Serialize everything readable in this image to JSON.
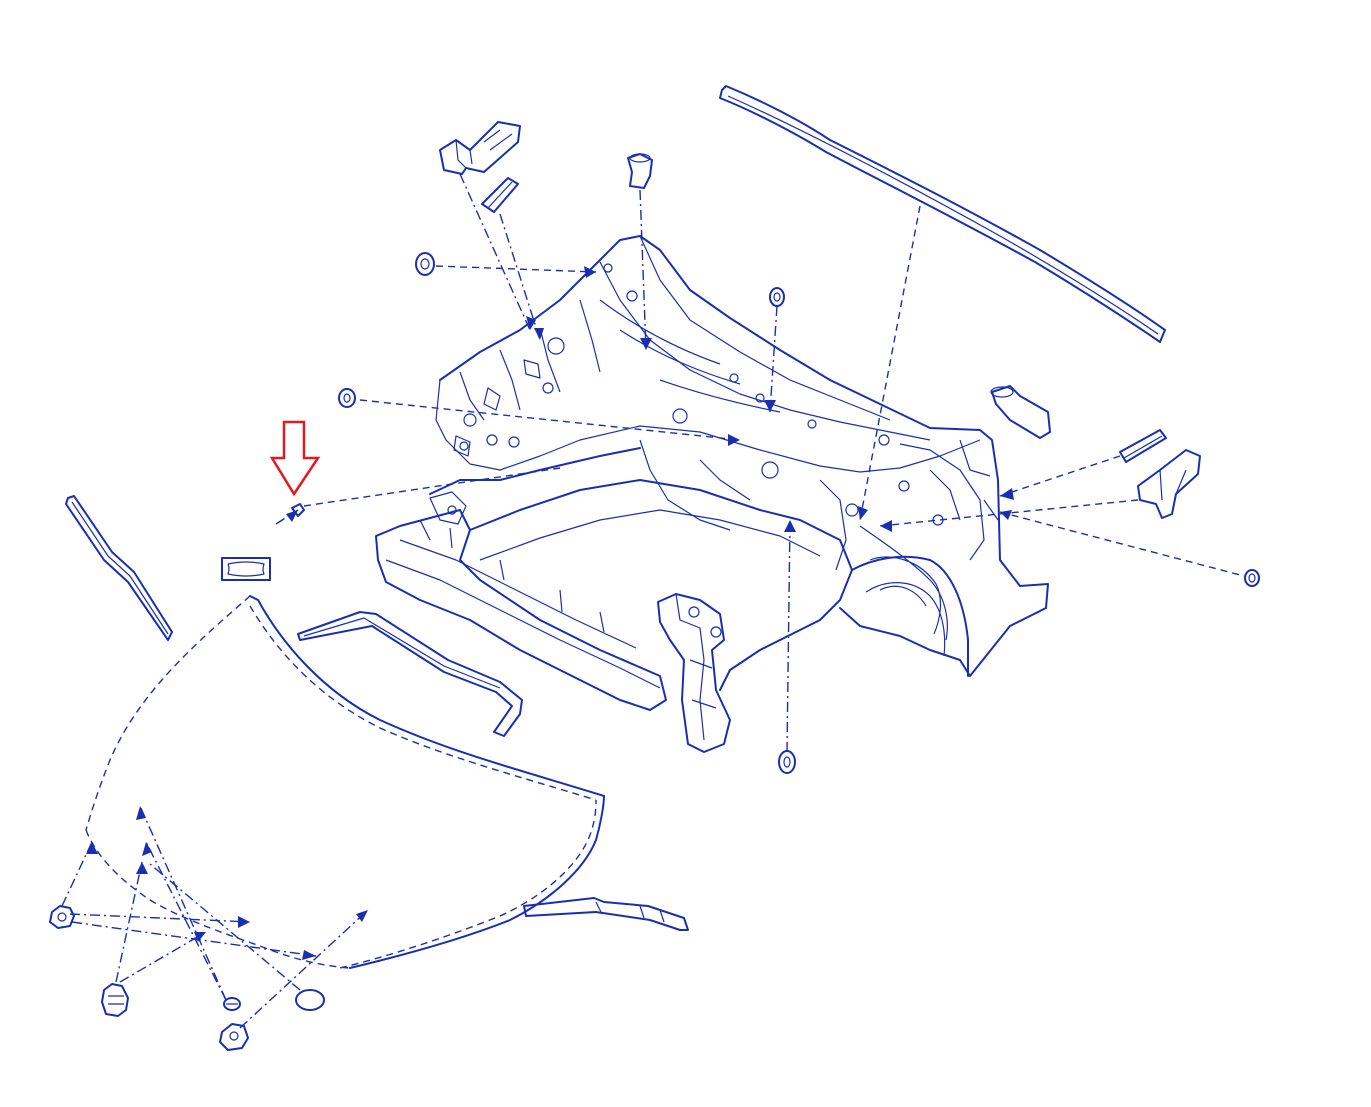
{
  "colors": {
    "line": "#1a2fb0",
    "highlight_arrow": "#e01b24",
    "background": "#ffffff"
  },
  "diagram": {
    "parts": [
      "front-subframe-assembly",
      "upper-radiator-seal",
      "bumper-beam",
      "lower-air-deflector",
      "side-seal-left",
      "side-seal-right",
      "hood-insulator",
      "underbody-shield",
      "push-pin-fasteners",
      "grommets"
    ],
    "highlight": {
      "icon": "red-down-arrow",
      "points_to": "small-clip-fastener"
    }
  }
}
